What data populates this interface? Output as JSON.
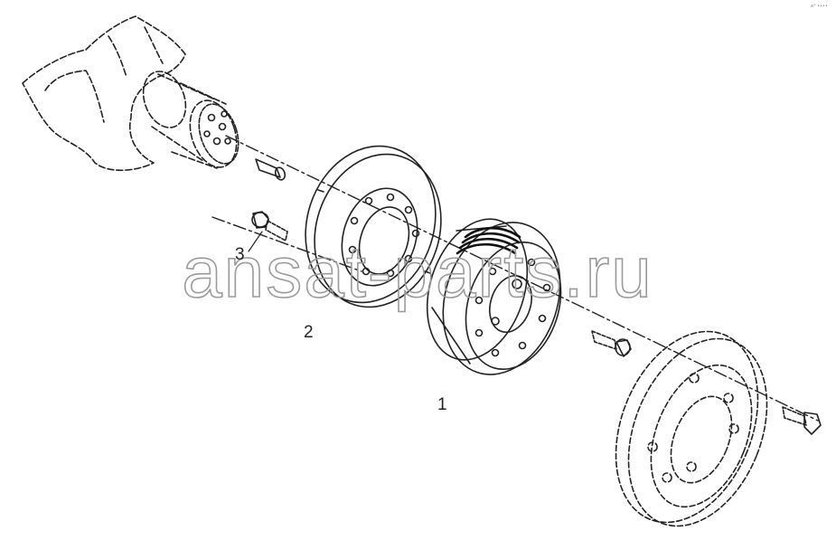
{
  "callouts": {
    "part1": "1",
    "part2": "2",
    "part3": "3"
  },
  "watermark": "ansat-parts.ru",
  "corner_note": "a° ••••",
  "colors": {
    "line": "#222222",
    "watermark_stroke": "#9a9a9a"
  }
}
